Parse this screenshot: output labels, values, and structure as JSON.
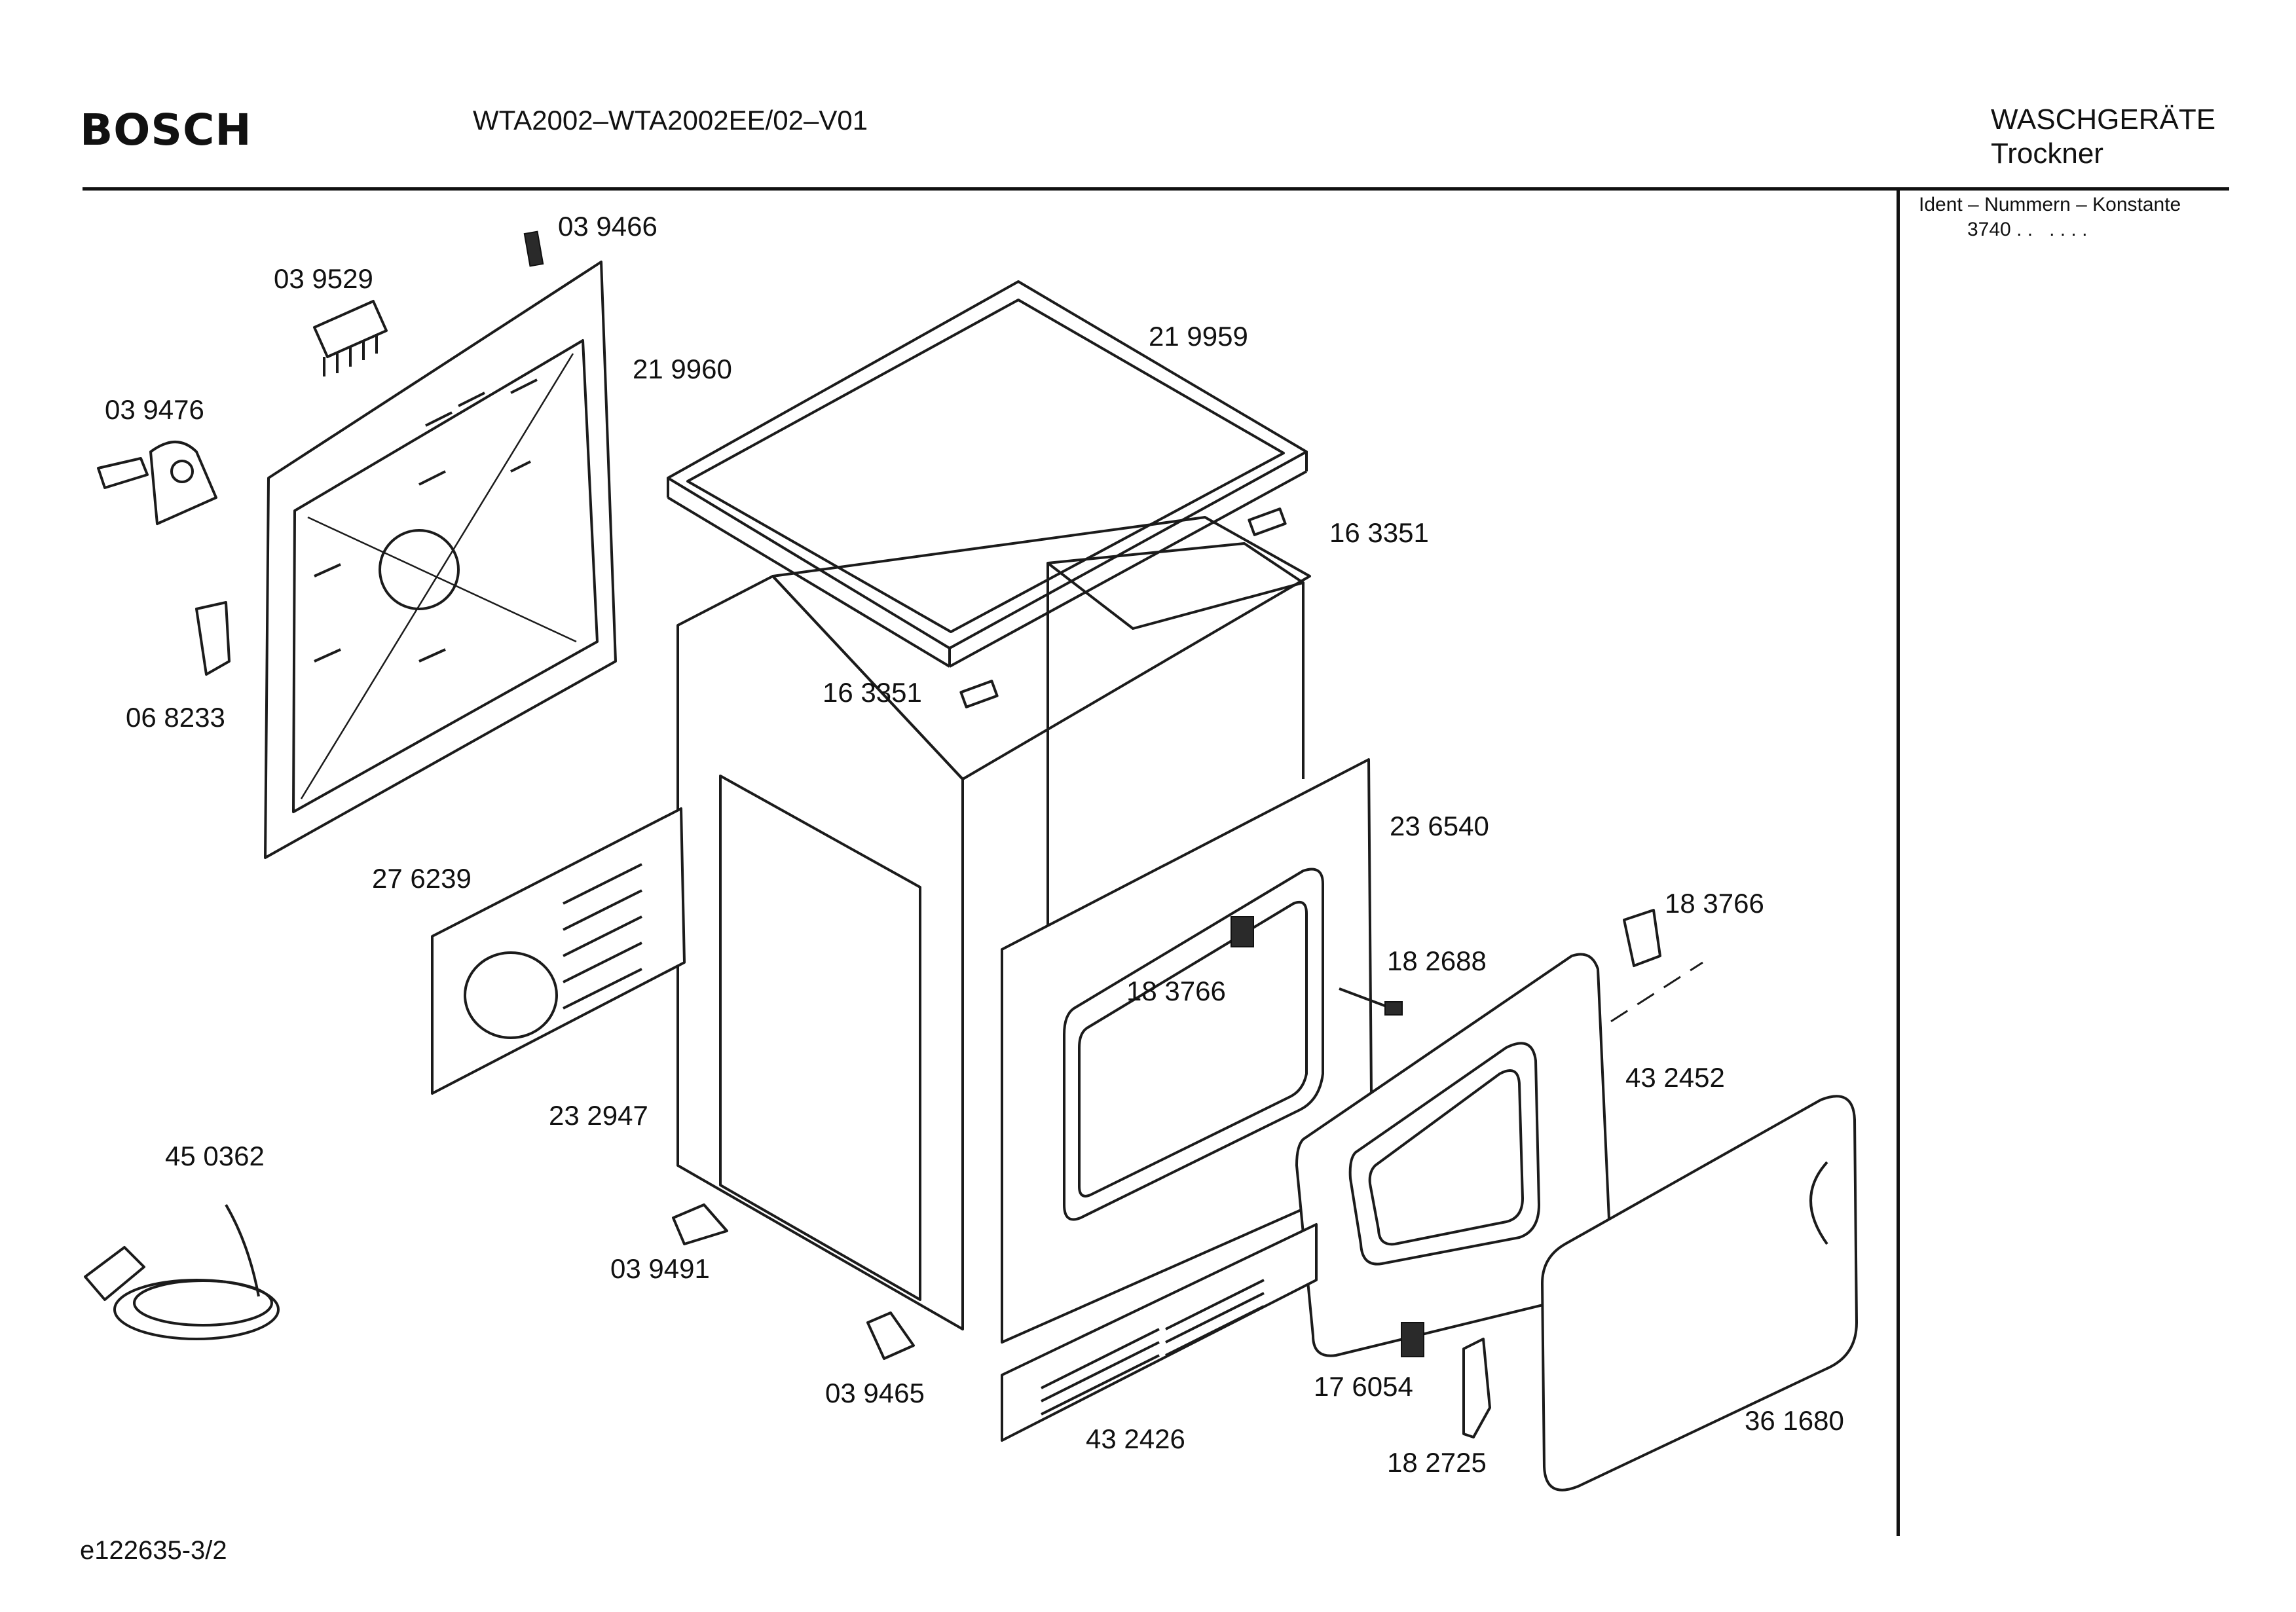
{
  "header": {
    "brand": "BOSCH",
    "model": "WTA2002–WTA2002EE/02–V01",
    "category": "WASCHGERÄTE",
    "subcategory": "Trockner"
  },
  "sidebar": {
    "ident_title": "Ident – Nummern – Konstante",
    "ident_value": "3740 . .   . . . ."
  },
  "footer": {
    "drawing_id": "e122635-3/2"
  },
  "parts": [
    {
      "id": "p1",
      "number": "03 9466"
    },
    {
      "id": "p2",
      "number": "03 9529"
    },
    {
      "id": "p3",
      "number": "21 9960"
    },
    {
      "id": "p4",
      "number": "03 9476"
    },
    {
      "id": "p5",
      "number": "06 8233"
    },
    {
      "id": "p6",
      "number": "21 9959"
    },
    {
      "id": "p7",
      "number": "16 3351"
    },
    {
      "id": "p8",
      "number": "16 3351"
    },
    {
      "id": "p9",
      "number": "23 6540"
    },
    {
      "id": "p10",
      "number": "27 6239"
    },
    {
      "id": "p11",
      "number": "18 3766"
    },
    {
      "id": "p12",
      "number": "18 3766"
    },
    {
      "id": "p13",
      "number": "18 2688"
    },
    {
      "id": "p14",
      "number": "43 2452"
    },
    {
      "id": "p15",
      "number": "23 2947"
    },
    {
      "id": "p16",
      "number": "45 0362"
    },
    {
      "id": "p17",
      "number": "03 9491"
    },
    {
      "id": "p18",
      "number": "03 9465"
    },
    {
      "id": "p19",
      "number": "43 2426"
    },
    {
      "id": "p20",
      "number": "17 6054"
    },
    {
      "id": "p21",
      "number": "36 1680"
    },
    {
      "id": "p22",
      "number": "18 2725"
    }
  ]
}
